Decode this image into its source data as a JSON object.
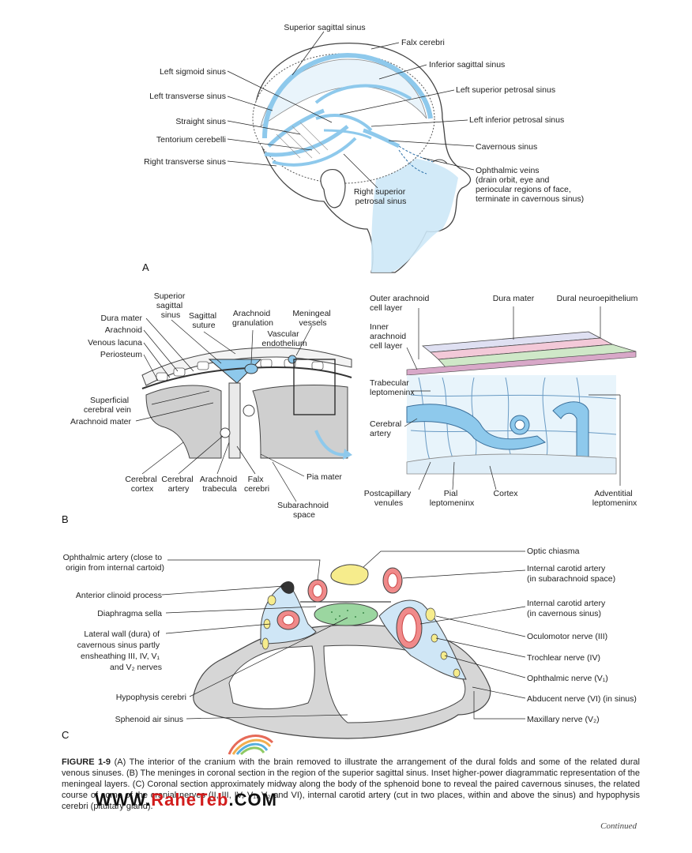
{
  "panel_a": {
    "letter": "A",
    "labels": {
      "superior_sagittal_sinus": "Superior sagittal sinus",
      "falx_cerebri": "Falx cerebri",
      "inferior_sagittal_sinus": "Inferior sagittal sinus",
      "left_sigmoid_sinus": "Left sigmoid sinus",
      "left_superior_petrosal_sinus": "Left superior petrosal sinus",
      "left_transverse_sinus": "Left transverse sinus",
      "straight_sinus": "Straight sinus",
      "left_inferior_petrosal_sinus": "Left inferior petrosal sinus",
      "tentorium_cerebelli": "Tentorium cerebelli",
      "cavernous_sinus": "Cavernous sinus",
      "right_transverse_sinus": "Right transverse sinus",
      "ophthalmic_veins": [
        "Ophthalmic veins",
        "(drain orbit, eye and",
        "periocular regions of face,",
        "terminate in cavernous sinus)"
      ],
      "right_superior_petrosal_sinus": [
        "Right superior",
        "petrosal sinus"
      ]
    }
  },
  "panel_b": {
    "letter": "B",
    "labels": {
      "superior_sagittal_sinus": [
        "Superior",
        "sagittal",
        "sinus"
      ],
      "sagittal_suture": [
        "Sagittal",
        "suture"
      ],
      "arachnoid_granulation": [
        "Arachnoid",
        "granulation"
      ],
      "meningeal_vessels": [
        "Meningeal",
        "vessels"
      ],
      "vascular_endothelium": [
        "Vascular",
        "endothelium"
      ],
      "dura_mater": "Dura mater",
      "arachnoid": "Arachnoid",
      "venous_lacuna": "Venous lacuna",
      "periosteum": "Periosteum",
      "superficial_cerebral_vein": [
        "Superficial",
        "cerebral vein"
      ],
      "arachnoid_mater": "Arachnoid mater",
      "cerebral_cortex": [
        "Cerebral",
        "cortex"
      ],
      "cerebral_artery": [
        "Cerebral",
        "artery"
      ],
      "arachnoid_trabecula": [
        "Arachnoid",
        "trabecula"
      ],
      "falx_cerebri": [
        "Falx",
        "cerebri"
      ],
      "pia_mater": "Pia mater",
      "subarachnoid_space": [
        "Subarachnoid",
        "space"
      ],
      "outer_arachnoid": [
        "Outer arachnoid",
        "cell layer"
      ],
      "inset_dura_mater": "Dura mater",
      "dural_neuroepithelium": "Dural neuroepithelium",
      "inner_arachnoid": [
        "Inner",
        "arachnoid",
        "cell layer"
      ],
      "trabecular_leptomeninx": [
        "Trabecular",
        "leptomeninx"
      ],
      "inset_cerebral_artery": [
        "Cerebral",
        "artery"
      ],
      "postcapillary_venules": [
        "Postcapillary",
        "venules"
      ],
      "pial_leptomeninx": [
        "Pial",
        "leptomeninx"
      ],
      "cortex": "Cortex",
      "adventitial_leptomeninx": [
        "Adventitial",
        "leptomeninx"
      ]
    }
  },
  "panel_c": {
    "letter": "C",
    "labels": {
      "ophthalmic_artery": [
        "Ophthalmic artery (close to",
        "origin from internal cartoid)"
      ],
      "optic_chiasma": "Optic chiasma",
      "ica_subarachnoid": [
        "Internal carotid artery",
        "(in subarachnoid space)"
      ],
      "anterior_clinoid": "Anterior clinoid process",
      "diaphragma_sella": "Diaphragma sella",
      "ica_cavernous": [
        "Internal carotid artery",
        "(in cavernous sinus)"
      ],
      "lateral_wall": [
        "Lateral wall (dura) of",
        "cavernous sinus partly",
        "ensheathing III, IV, V₁",
        "and V₂ nerves"
      ],
      "oculomotor": "Oculomotor nerve (III)",
      "trochlear": "Trochlear nerve (IV)",
      "ophthalmic_nerve": "Ophthalmic nerve (V₁)",
      "hypophysis": "Hypophysis cerebri",
      "abducent": "Abducent nerve (VI) (in sinus)",
      "sphenoid": "Sphenoid air sinus",
      "maxillary": "Maxillary nerve (V₂)"
    }
  },
  "caption": {
    "figure": "FIGURE 1-9",
    "text": "(A) The interior of the cranium with the brain removed to illustrate the arrangement of the dural folds and some of the related dural venous sinuses. (B) The meninges in coronal section in the region of the superior sagittal sinus. Inset higher-power diagrammatic representation of the meningeal layers. (C) Coronal section approximately midway along the body of the sphenoid bone to reveal the paired cavernous sinuses, the related course of some of the cranial nerves (II, III, IV, V₁, V₂ and VI), internal carotid artery (cut in two places, within and above the sinus) and hypophysis cerebri (pituitary gland).",
    "continued": "Continued"
  },
  "watermark": {
    "prefix": "WWW.",
    "brand": "RaheTeb",
    "suffix": ".COM"
  },
  "colors": {
    "sinus_blue": "#8ec9ec",
    "pale_blue": "#d6ecf8",
    "artery_red": "#f08a8a",
    "nerve_yellow": "#f6ec8c",
    "gland_green": "#9bd6a0"
  }
}
